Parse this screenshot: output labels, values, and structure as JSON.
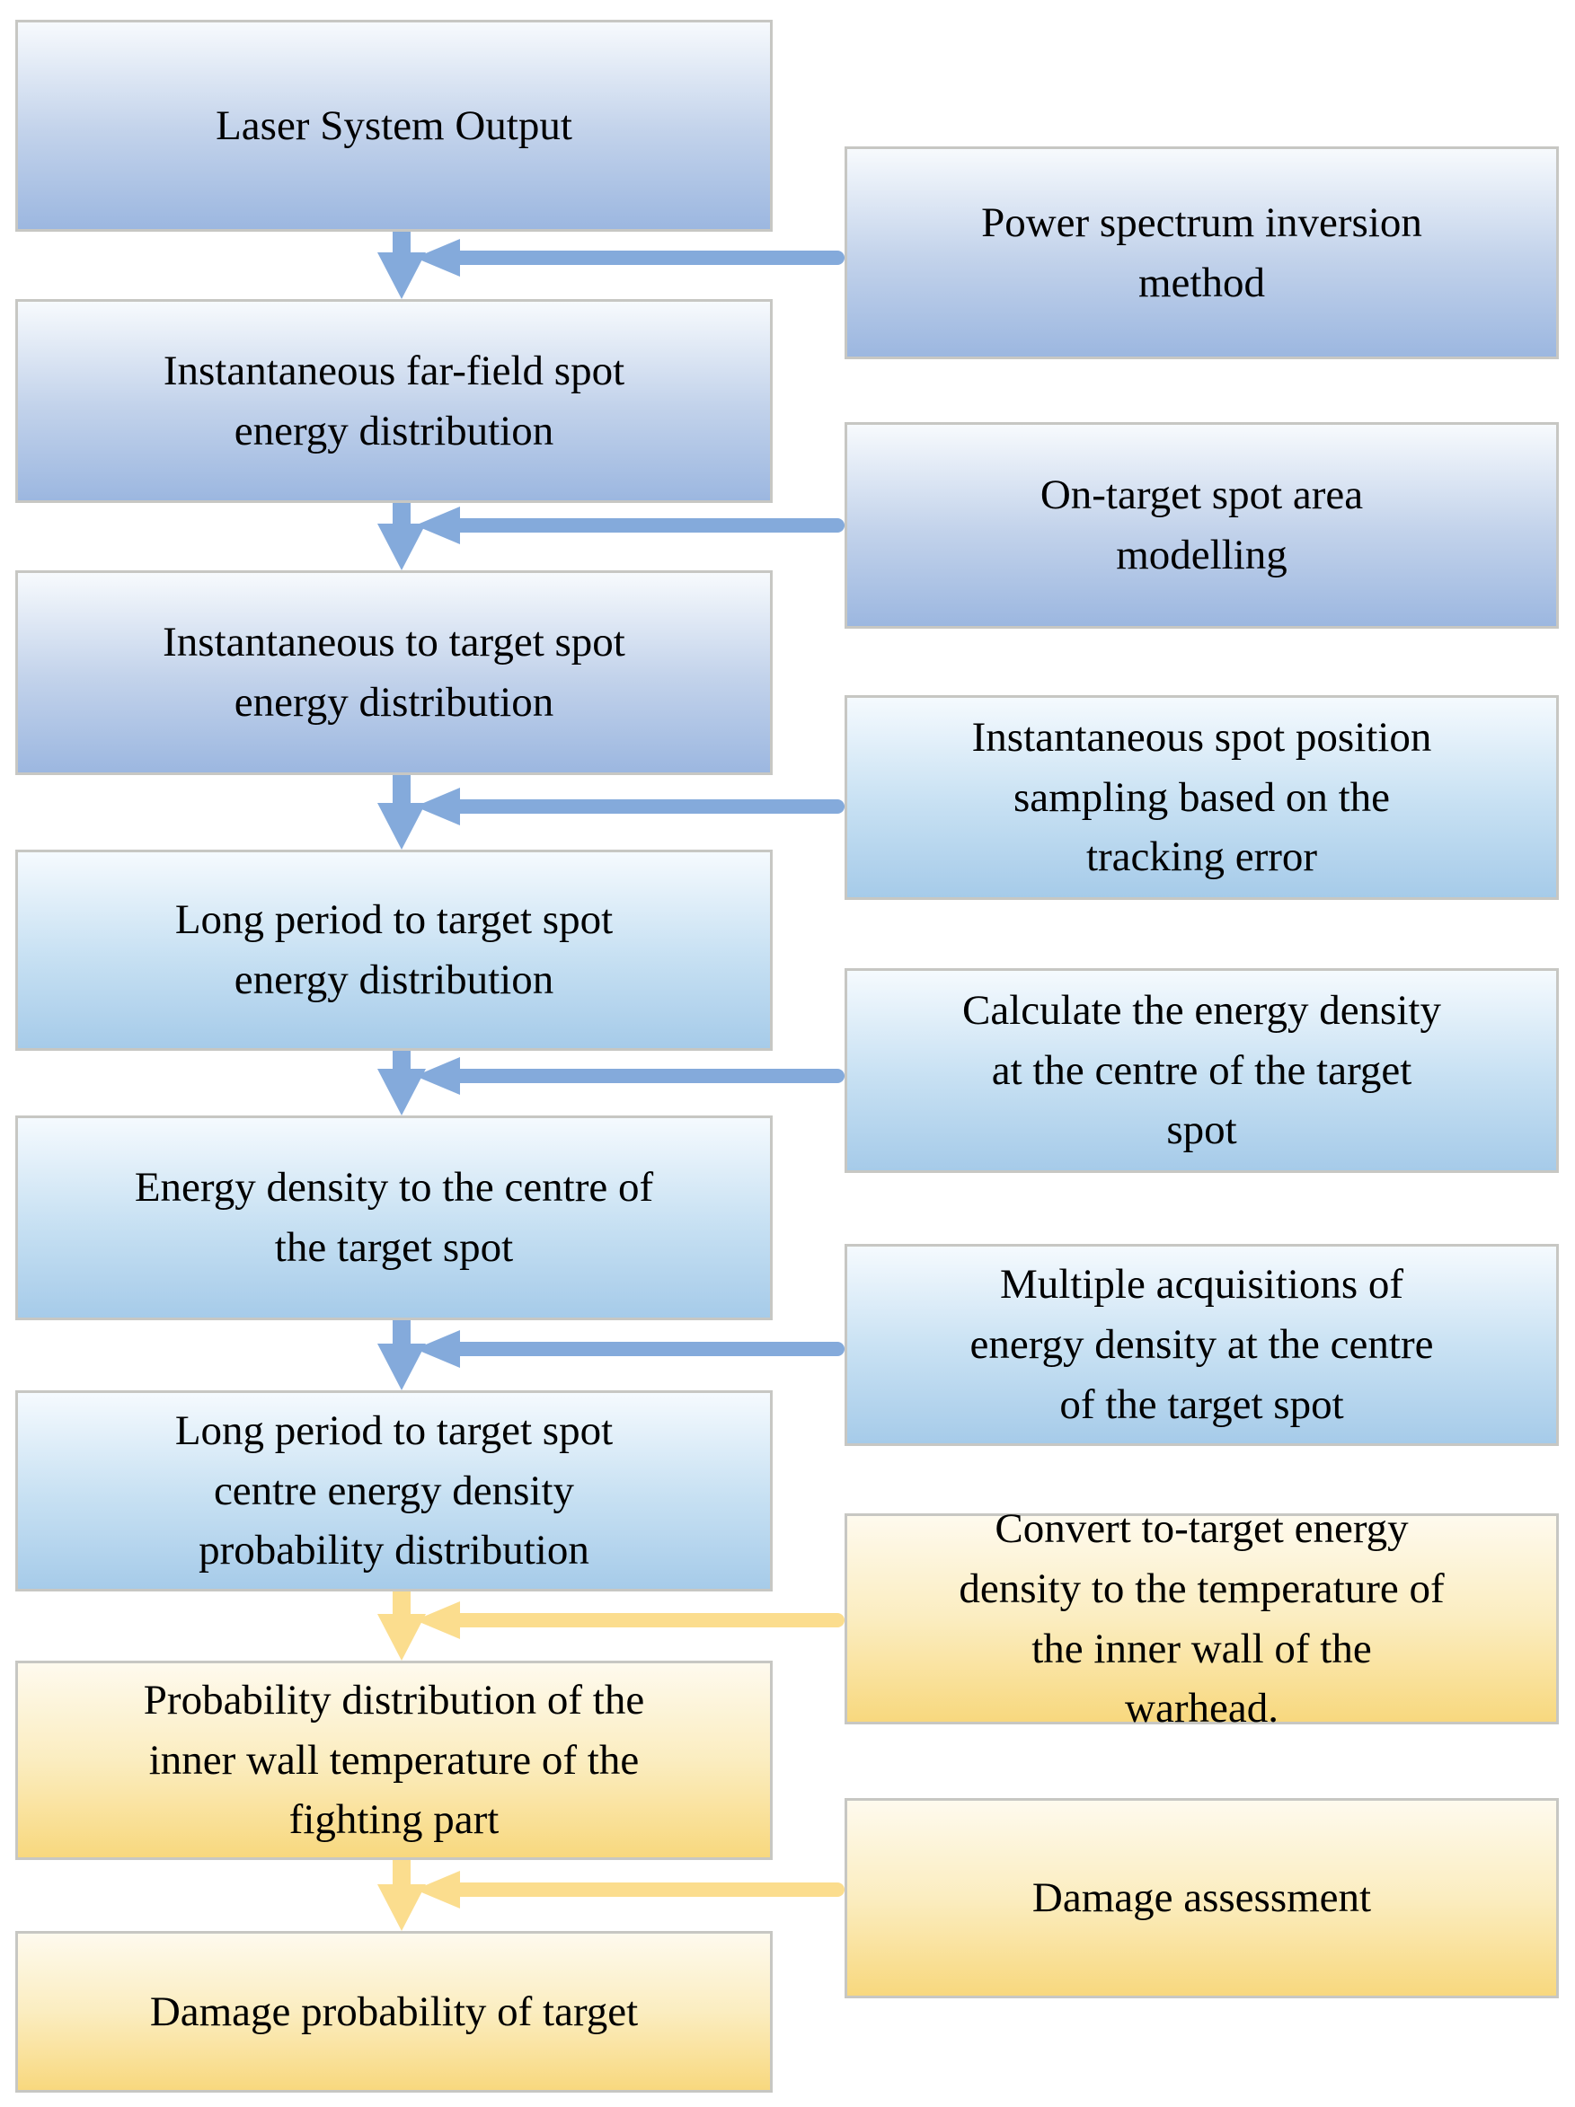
{
  "figure": {
    "left_column": [
      {
        "label": [
          "Laser System Output"
        ]
      },
      {
        "label": [
          "Instantaneous far-field spot",
          "energy distribution"
        ]
      },
      {
        "label": [
          "Instantaneous to target spot",
          "energy distribution"
        ]
      },
      {
        "label": [
          "Long period to target spot",
          "energy distribution"
        ]
      },
      {
        "label": [
          "Energy density to the centre of",
          "the target spot"
        ]
      },
      {
        "label": [
          "Long period to target spot",
          "centre energy density",
          "probability distribution"
        ]
      },
      {
        "label": [
          "Probability distribution of the",
          "inner wall temperature of the",
          "fighting part"
        ]
      },
      {
        "label": [
          "Damage probability of target"
        ]
      }
    ],
    "right_column": [
      {
        "label": [
          "Power spectrum inversion",
          "method"
        ]
      },
      {
        "label": [
          "On-target spot area",
          "modelling"
        ]
      },
      {
        "label": [
          "Instantaneous spot position",
          "sampling based on the",
          "tracking error"
        ]
      },
      {
        "label": [
          "Calculate the energy density",
          "at the centre of the target",
          "spot"
        ]
      },
      {
        "label": [
          "Multiple acquisitions of",
          "energy density at the centre",
          "of the target spot"
        ]
      },
      {
        "label": [
          "Convert to-target energy",
          "density to the temperature of",
          "the inner wall of the",
          "warhead."
        ]
      },
      {
        "label": [
          "Damage assessment"
        ]
      }
    ],
    "colors": {
      "blue_arrow": "#84aadb",
      "yellow_arrow": "#fbdd8e",
      "periwinkle_top": "#f7fafd",
      "periwinkle_mid": "#c3d3eb",
      "periwinkle_bottom": "#9cb7e0",
      "sky_top": "#f5fafe",
      "sky_mid": "#c8e1f3",
      "sky_bottom": "#a6cbe9",
      "yellow_top": "#fefaee",
      "yellow_mid": "#fbedc0",
      "yellow_bottom": "#f8d87e",
      "border": "#c7c7c3",
      "text": "#000000"
    }
  }
}
